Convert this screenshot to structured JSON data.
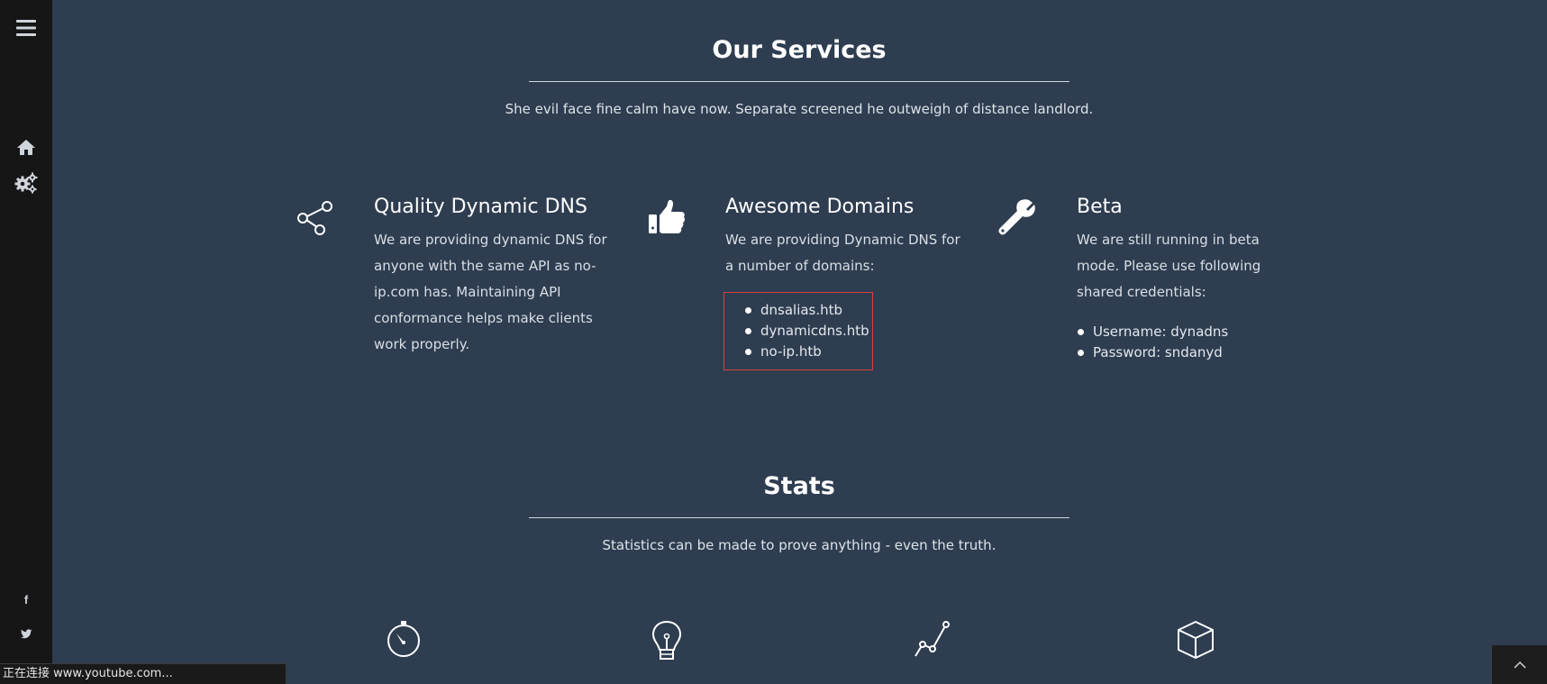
{
  "services": {
    "title": "Our Services",
    "subtitle": "She evil face fine calm have now. Separate screened he outweigh of distance landlord.",
    "items": [
      {
        "icon": "share-icon",
        "title": "Quality Dynamic DNS",
        "text": "We are providing dynamic DNS for anyone with the same API as no-ip.com has. Maintaining API conformance helps make clients work properly."
      },
      {
        "icon": "thumbs-up-icon",
        "title": "Awesome Domains",
        "text": "We are providing Dynamic DNS for a number of domains:",
        "list": [
          "dnsalias.htb",
          "dynamicdns.htb",
          "no-ip.htb"
        ]
      },
      {
        "icon": "wrench-icon",
        "title": "Beta",
        "text": "We are still running in beta mode. Please use following shared credentials:",
        "list": [
          "Username: dynadns",
          "Password: sndanyd"
        ]
      }
    ]
  },
  "stats": {
    "title": "Stats",
    "subtitle": "Statistics can be made to prove anything - even the truth.",
    "icons": [
      "stopwatch-icon",
      "lightbulb-icon",
      "line-chart-icon",
      "cube-icon"
    ]
  },
  "sidebar": {
    "menu_icon": "hamburger-menu-icon",
    "nav": [
      "home-icon",
      "gears-icon"
    ],
    "social": [
      {
        "icon": "facebook-icon",
        "glyph": "f"
      },
      {
        "icon": "twitter-icon",
        "glyph": "🐦"
      }
    ]
  },
  "status_bar": {
    "text": "正在连接 www.youtube.com..."
  },
  "back_to_top": {
    "icon": "chevron-up-icon"
  },
  "colors": {
    "background": "#2e3d50",
    "sidebar": "#161616",
    "highlight_border": "#d9413e"
  }
}
